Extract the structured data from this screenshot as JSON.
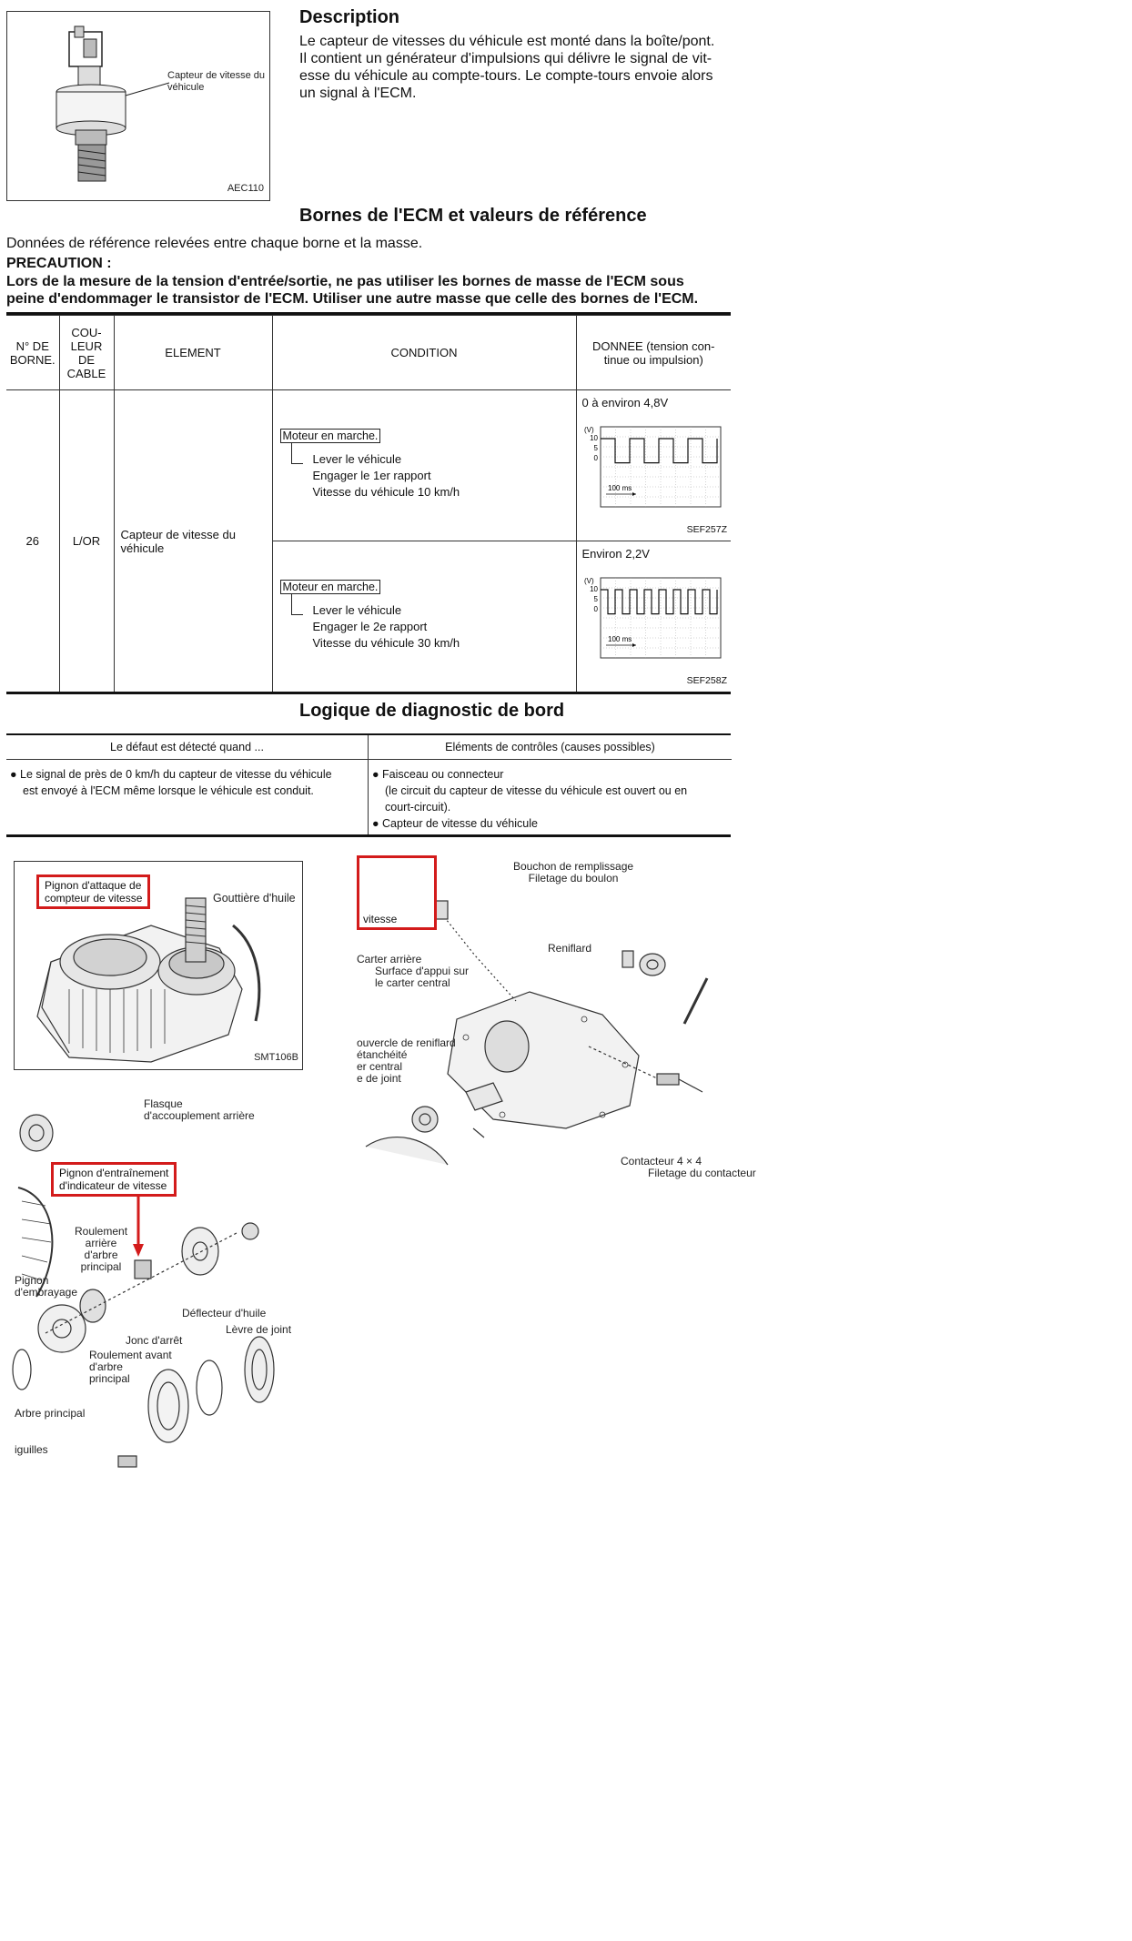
{
  "description": {
    "heading": "Description",
    "text_lines": [
      "Le capteur de vitesses du véhicule est monté dans la boîte/pont.",
      "Il contient un générateur d'impulsions qui délivre le signal de vit-",
      "esse du véhicule au compte-tours. Le compte-tours envoie alors",
      "un signal à l'ECM."
    ],
    "figure_label": "Capteur de vitesse du véhicule",
    "figure_code": "AEC110"
  },
  "ecm": {
    "heading": "Bornes de l'ECM et valeurs de référence",
    "intro": "Données de référence relevées entre chaque borne et la masse.",
    "precaution_title": "PRECAUTION :",
    "precaution_lines": [
      "Lors de la mesure de la tension d'entrée/sortie, ne pas utiliser les bornes de masse de l'ECM sous",
      "peine d'endommager le transistor de l'ECM. Utiliser une autre masse que celle des bornes de l'ECM."
    ],
    "headers": {
      "borne": [
        "N° DE",
        "BORNE."
      ],
      "couleur": [
        "COU-",
        "LEUR",
        "DE",
        "CABLE"
      ],
      "element": "ELEMENT",
      "condition": "CONDITION",
      "donnee": [
        "DONNEE (tension con-",
        "tinue ou impulsion)"
      ]
    },
    "row": {
      "borne": "26",
      "couleur": "L/OR",
      "element": [
        "Capteur de vitesse du",
        "véhicule"
      ]
    },
    "conditions": [
      {
        "box": "Moteur en marche.",
        "lines": [
          "Lever le véhicule",
          "Engager le 1er rapport",
          "Vitesse du véhicule 10 km/h"
        ],
        "value": "0 à environ 4,8V",
        "code": "SEF257Z",
        "pulses": 4
      },
      {
        "box": "Moteur en marche.",
        "lines": [
          "Lever le véhicule",
          "Engager le 2e rapport",
          "Vitesse du véhicule 30 km/h"
        ],
        "value": "Environ 2,2V",
        "code": "SEF258Z",
        "pulses": 8
      }
    ],
    "scope": {
      "unit": "(V)",
      "ticks": [
        "10",
        "5",
        "0"
      ],
      "time": "100 ms"
    }
  },
  "diag": {
    "heading": "Logique de diagnostic de bord",
    "col1_header": "Le défaut est détecté quand ...",
    "col2_header": "Eléments de contrôles (causes possibles)",
    "col1_lines": [
      "Le signal de près de 0 km/h du capteur de vitesse du véhicule",
      "est envoyé à l'ECM même lorsque le véhicule est conduit."
    ],
    "col2_item1": [
      "Faisceau ou connecteur",
      "(le circuit du capteur de vitesse du véhicule est ouvert ou en",
      "court-circuit)."
    ],
    "col2_item2": "Capteur de vitesse du véhicule"
  },
  "fig1": {
    "red_label": [
      "Pignon d'attaque de",
      "compteur de vitesse"
    ],
    "label": "Gouttière d'huile",
    "code": "SMT106B"
  },
  "fig2": {
    "red_label": "vitesse",
    "labels": {
      "bouchon": [
        "Bouchon de remplissage",
        "Filetage du boulon"
      ],
      "renifiard": "Reniflard",
      "carter": [
        "Carter arrière",
        "Surface d'appui sur",
        "le carter central"
      ],
      "couvercle": [
        "ouvercle de reniflard",
        "étanchéité",
        "er central",
        "e de joint"
      ],
      "contacteur": [
        "Contacteur 4 × 4",
        "Filetage du contacteur"
      ]
    }
  },
  "fig3": {
    "red_label": [
      "Pignon d'entraînement",
      "d'indicateur de vitesse"
    ],
    "labels": {
      "flasque": [
        "Flasque",
        "d'accouplement arrière"
      ],
      "roulement_arr": [
        "Roulement",
        "arrière",
        "d'arbre",
        "principal"
      ],
      "pignon_emb": [
        "Pignon",
        "d'embrayage"
      ],
      "deflecteur": "Déflecteur d'huile",
      "levre": "Lèvre de joint",
      "jonc": "Jonc d'arrêt",
      "roulement_av": [
        "Roulement avant",
        "d'arbre",
        "principal"
      ],
      "arbre": "Arbre principal",
      "aiguilles": "iguilles"
    }
  }
}
